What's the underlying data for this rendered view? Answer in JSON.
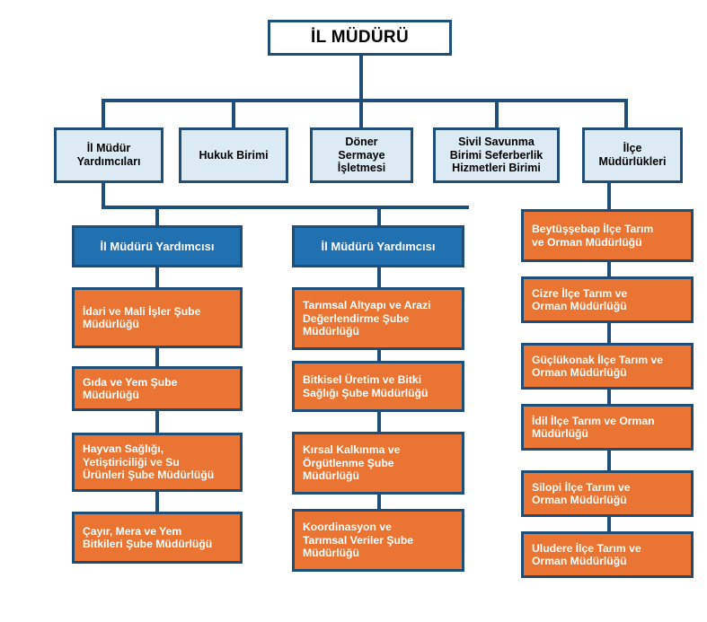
{
  "diagram": {
    "type": "org-chart",
    "title_box": {
      "label": "İL MÜDÜRÜ"
    },
    "colors": {
      "border": "#1f4e79",
      "root_fill": "#ffffff",
      "level2_fill": "#dceaf3",
      "deputy_fill": "#2170b0",
      "unit_fill": "#ea7431",
      "connector": "#1f4e79",
      "root_text": "#000000",
      "level2_text": "#000000",
      "deputy_text": "#ffffff",
      "unit_text": "#ffffff"
    },
    "level2": [
      {
        "label": "İl Müdür\nYardımcıları"
      },
      {
        "label": "Hukuk Birimi"
      },
      {
        "label": "Döner\nSermaye\nİşletmesi"
      },
      {
        "label": "Sivil Savunma\nBirimi Seferberlik\nHizmetleri Birimi"
      },
      {
        "label": "İlçe\nMüdürlükleri"
      }
    ],
    "deputies": [
      {
        "label": "İl Müdürü Yardımcısı"
      },
      {
        "label": "İl Müdürü Yardımcısı"
      }
    ],
    "column_left": [
      {
        "label": "İdari ve Mali İşler Şube\nMüdürlüğü"
      },
      {
        "label": "Gıda ve Yem Şube\nMüdürlüğü"
      },
      {
        "label": "Hayvan Sağlığı,\nYetiştiriciliği ve Su\nÜrünleri Şube Müdürlüğü"
      },
      {
        "label": "Çayır, Mera ve Yem\nBitkileri Şube Müdürlüğü"
      }
    ],
    "column_middle": [
      {
        "label": "Tarımsal Altyapı ve Arazi\nDeğerlendirme Şube\nMüdürlüğü"
      },
      {
        "label": "Bitkisel Üretim ve Bitki\nSağlığı Şube Müdürlüğü"
      },
      {
        "label": "Kırsal Kalkınma ve\nÖrgütlenme Şube\nMüdürlüğü"
      },
      {
        "label": "Koordinasyon ve\nTarımsal Veriler Şube\nMüdürlüğü"
      }
    ],
    "column_right": [
      {
        "label": "Beytüşşebap İlçe Tarım\nve Orman Müdürlüğü"
      },
      {
        "label": "Cizre İlçe Tarım ve\nOrman Müdürlüğü"
      },
      {
        "label": "Güçlükonak İlçe Tarım ve\nOrman Müdürlüğü"
      },
      {
        "label": "İdil İlçe Tarım ve Orman\nMüdürlüğü"
      },
      {
        "label": "Silopi İlçe Tarım ve\nOrman Müdürlüğü"
      },
      {
        "label": "Uludere İlçe Tarım ve\nOrman Müdürlüğü"
      }
    ]
  }
}
